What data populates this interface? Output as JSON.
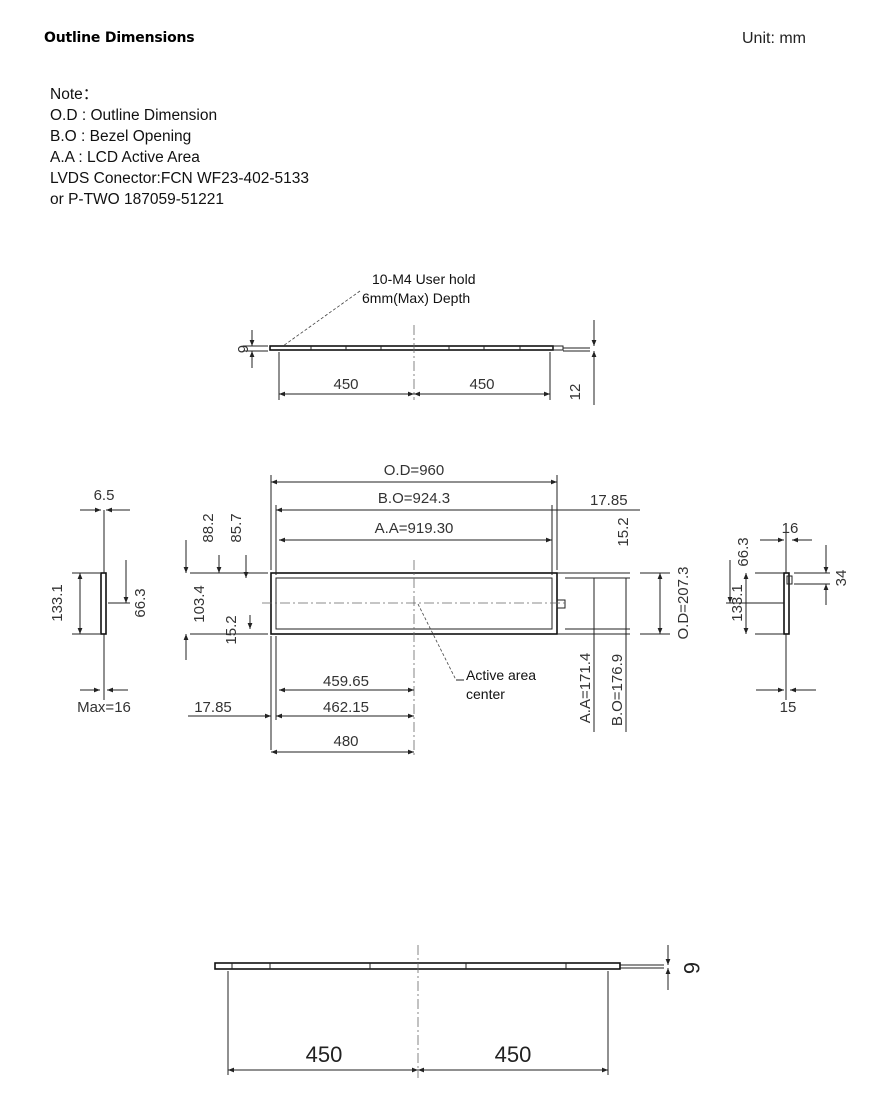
{
  "header": {
    "title": "Outline Dimensions",
    "unit": "Unit: mm"
  },
  "notes": [
    "Note：",
    "O.D : Outline Dimension",
    "B.O : Bezel Opening",
    "A.A : LCD Active Area",
    "LVDS Conector:FCN WF23-402-5133",
    "or P-TWO 187059-51221"
  ],
  "top_view": {
    "callout_line1": "10-M4 User hold",
    "callout_line2": "6mm(Max) Depth",
    "left_thickness": "6",
    "span_left": "450",
    "span_right": "450",
    "right_thickness": "12"
  },
  "front_view": {
    "od_width": "O.D=960",
    "bo_width": "B.O=924.3",
    "aa_width": "A.A=919.30",
    "right_margin": "17.85",
    "right_small": "15.2",
    "v_88_2": "88.2",
    "v_85_7": "85.7",
    "v_103_4": "103.4",
    "v_15_2": "15.2",
    "od_height": "O.D=207.3",
    "aa_height": "A.A=171.4",
    "bo_height": "B.O=176.9",
    "center_label_1": "Active area",
    "center_label_2": "center",
    "h_459_65": "459.65",
    "h_462_15": "462.15",
    "h_480": "480",
    "left_margin": "17.85"
  },
  "left_side": {
    "thickness": "6.5",
    "height": "133.1",
    "half": "66.3",
    "max": "Max=16"
  },
  "right_side": {
    "half": "66.3",
    "width": "16",
    "height": "133.1",
    "offset": "34",
    "bottom": "15"
  },
  "bottom_view": {
    "span_left": "450",
    "span_right": "450",
    "thickness": "6"
  }
}
